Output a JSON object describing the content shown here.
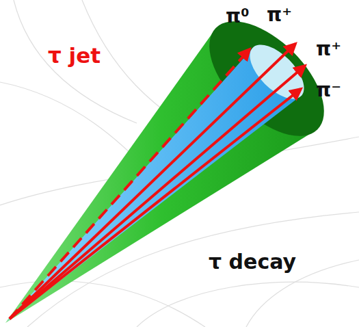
{
  "diagram": {
    "labels": [
      "τ jet",
      "π⁰",
      "π⁺",
      "π⁺",
      "π⁻",
      "τ decay"
    ]
  }
}
